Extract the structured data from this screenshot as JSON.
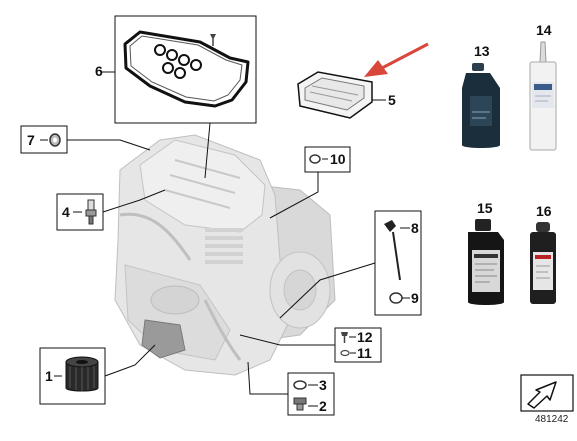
{
  "parts": [
    {
      "num": "1"
    },
    {
      "num": "2"
    },
    {
      "num": "3"
    },
    {
      "num": "4"
    },
    {
      "num": "5"
    },
    {
      "num": "6"
    },
    {
      "num": "7"
    },
    {
      "num": "8"
    },
    {
      "num": "9"
    },
    {
      "num": "10"
    },
    {
      "num": "11"
    },
    {
      "num": "12"
    },
    {
      "num": "13"
    },
    {
      "num": "14"
    },
    {
      "num": "15"
    },
    {
      "num": "16"
    }
  ],
  "diagram_id": "481242",
  "colors": {
    "line": "#111111",
    "engine": "#e6e6e6",
    "engine_shade": "#cfcfcf",
    "arrow_red": "#d9463a",
    "oil_bottle": "#1b2e3c",
    "fluid_bottle": "#151515",
    "tube": "#f2f2f2"
  }
}
